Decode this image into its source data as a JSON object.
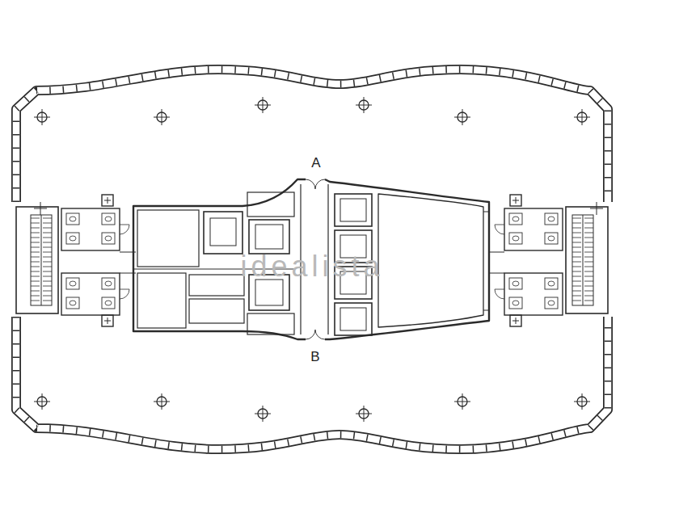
{
  "diagram": {
    "labels": [
      "A",
      "B",
      "idealista"
    ]
  }
}
